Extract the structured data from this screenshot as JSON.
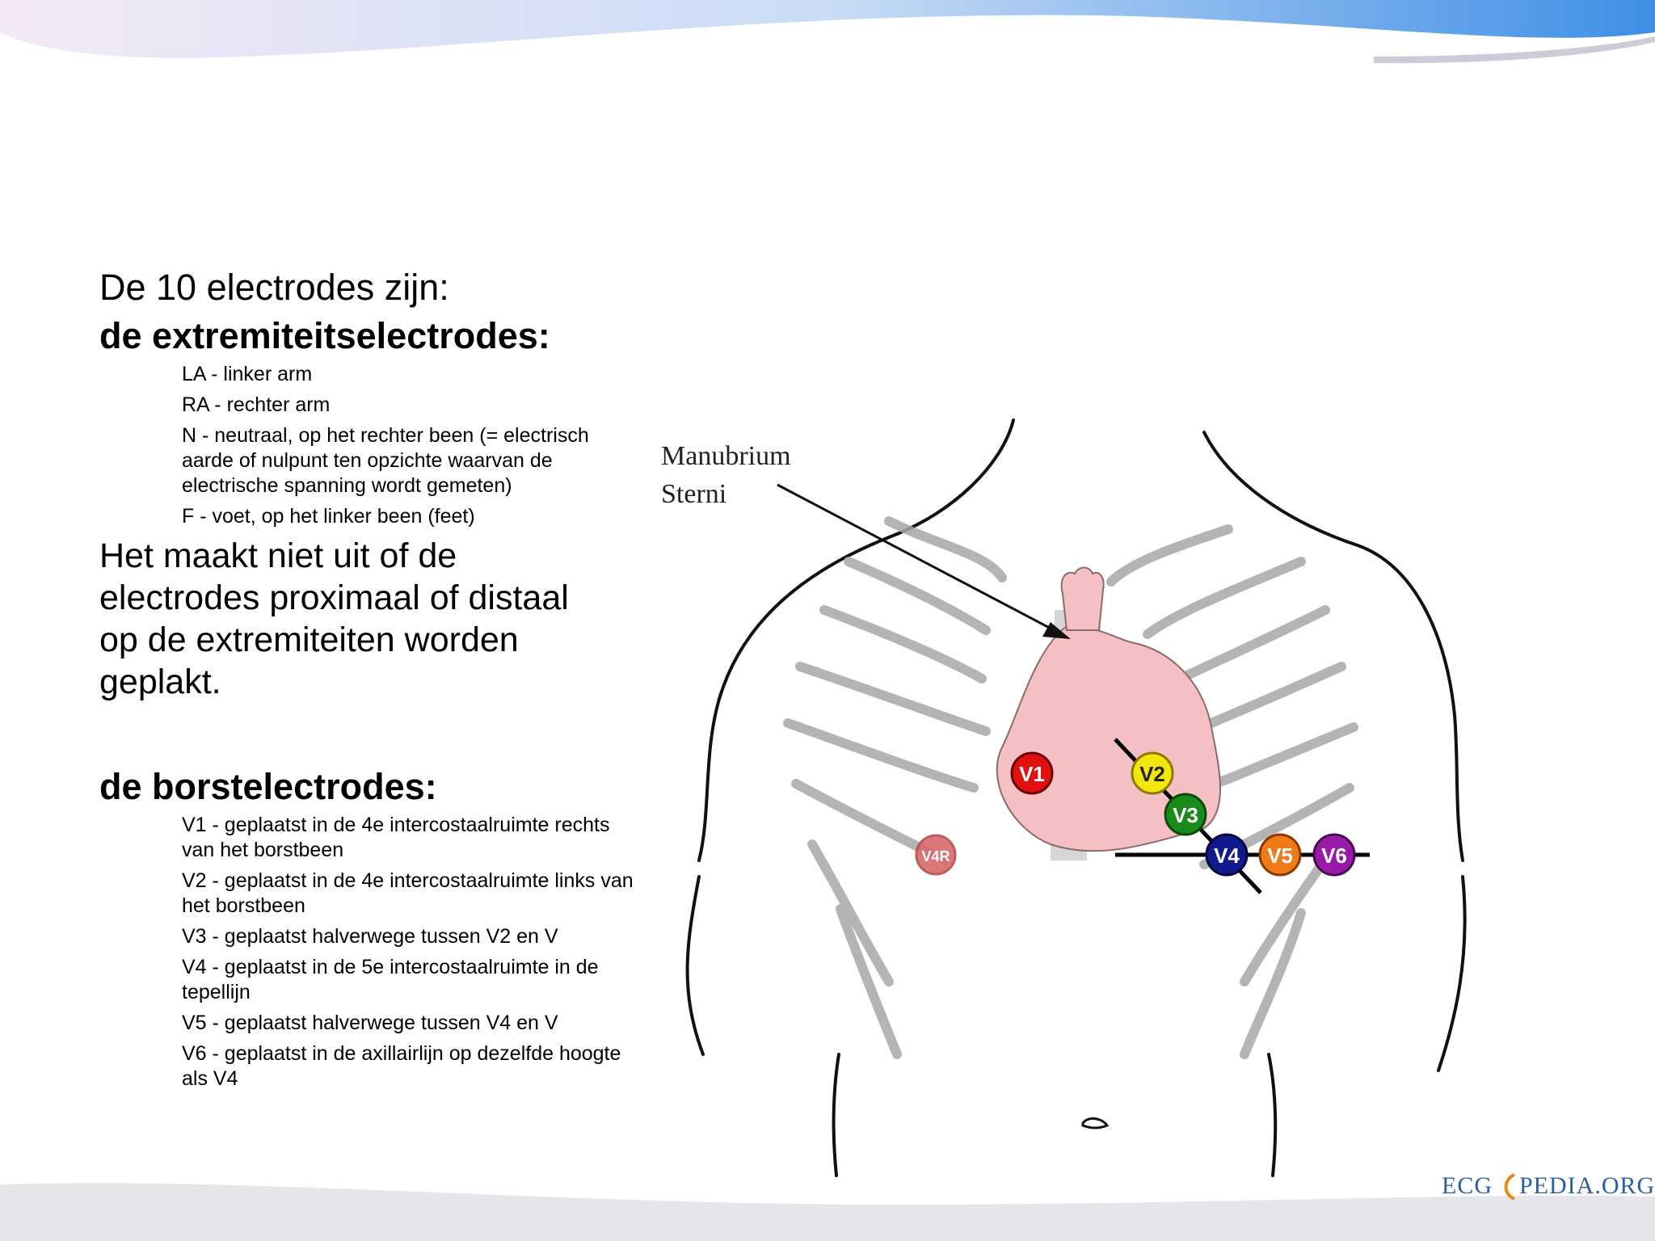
{
  "heading": "De 10 electrodes zijn:",
  "limb": {
    "title": "de extremiteitselectrodes:",
    "items": [
      "LA - linker arm",
      "RA - rechter arm",
      "N - neutraal, op het rechter been (= electrisch aarde of nulpunt ten opzichte waarvan de electrische spanning wordt gemeten)",
      "F - voet, op het linker been (feet)"
    ]
  },
  "statement": "Het maakt niet uit of de electrodes proximaal of distaal op de extremiteiten worden geplakt.",
  "chest": {
    "title": "de borstelectrodes:",
    "items": [
      "V1 - geplaatst in de 4e intercostaalruimte rechts van het borstbeen",
      "V2 - geplaatst in de 4e intercostaalruimte links van het borstbeen",
      "V3 - geplaatst halverwege tussen V2 en V",
      "V4 - geplaatst in de 5e intercostaalruimte in de tepellijn",
      "V5 - geplaatst halverwege tussen V4 en V",
      "V6 - geplaatst in de axillairlijn op dezelfde hoogte als V4"
    ]
  },
  "diagram": {
    "label_line1": "Manubrium",
    "label_line2": "Sterni",
    "electrodes": {
      "v1": {
        "label": "V1",
        "color": "#e01010"
      },
      "v2": {
        "label": "V2",
        "color": "#f2e60c"
      },
      "v3": {
        "label": "V3",
        "color": "#1a8a1a"
      },
      "v4": {
        "label": "V4",
        "color": "#101a8c"
      },
      "v5": {
        "label": "V5",
        "color": "#f07a1a"
      },
      "v6": {
        "label": "V6",
        "color": "#9a1aa8"
      },
      "v4r": {
        "label": "V4R",
        "color": "#d86a6a"
      }
    }
  },
  "logo": {
    "text_left": "ECG",
    "text_right": "PEDIA.ORG"
  }
}
